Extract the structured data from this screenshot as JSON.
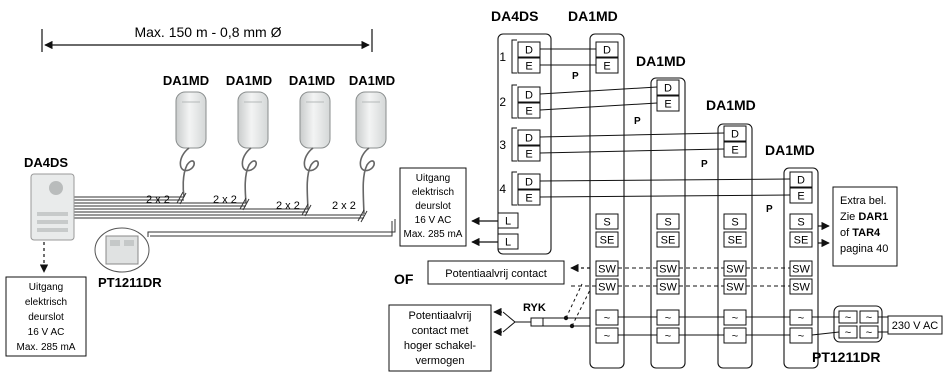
{
  "left": {
    "distance_label": "Max. 150 m - 0,8 mm Ø",
    "handset_label": "DA1MD",
    "panel_label": "DA4DS",
    "psu_label": "PT1211DR",
    "wire_label": "2 x 2",
    "output_box": [
      "Uitgang",
      "elektrisch",
      "deurslot",
      "16 V AC",
      "Max. 285 mA"
    ]
  },
  "right": {
    "panel_title": "DA4DS",
    "handset_title": "DA1MD",
    "rows": [
      "1",
      "2",
      "3",
      "4"
    ],
    "term_d": "D",
    "term_e": "E",
    "term_p": "P",
    "term_l": "L",
    "term_s": "S",
    "term_se": "SE",
    "term_sw": "SW",
    "term_ac": "~",
    "output_box": [
      "Uitgang",
      "elektrisch",
      "deurslot",
      "16 V AC",
      "Max. 285 mA"
    ],
    "of_label": "OF",
    "contact_box": "Potentiaalvrij contact",
    "ryk_label": "RYK",
    "contact2_box": [
      "Potentiaalvrij",
      "contact met",
      "hoger schakel-",
      "vermogen"
    ],
    "extra_box": {
      "l1": "Extra bel.",
      "l2a": "Zie ",
      "l2b": "DAR1",
      "l3a": "of ",
      "l3b": "TAR4",
      "l4": "pagina 40"
    },
    "voltage": "230 V AC",
    "psu_label": "PT1211DR"
  }
}
